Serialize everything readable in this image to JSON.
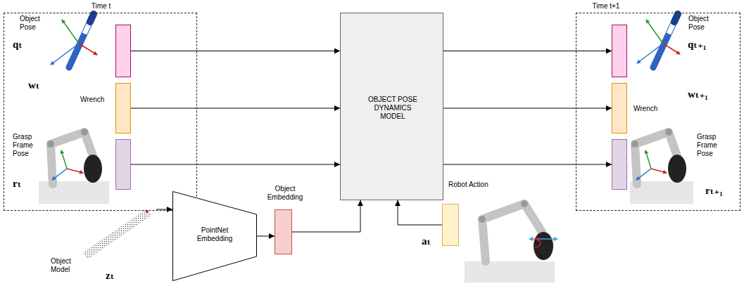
{
  "diagram": {
    "nodes": [
      {
        "text": [
          "Time t"
        ]
      },
      {
        "text": [
          "Object Pose",
          "qₜ"
        ],
        "in": 0
      },
      {
        "text": [
          "Wrench",
          "wₜ"
        ],
        "in": 0
      },
      {
        "text": [
          "Grasp Frame Pose",
          "rₜ"
        ],
        "in": 0
      },
      {
        "text": [
          "Object Model",
          "zₜ"
        ]
      },
      {
        "text": [
          "PointNet Embedding"
        ]
      },
      {
        "text": [
          "Object Embedding"
        ]
      },
      {
        "text": [
          "OBJECT POSE DYNAMICS MODEL"
        ]
      },
      {
        "text": [
          "Robot Action",
          "aₜ"
        ]
      },
      {
        "text": [
          "Time t+1"
        ]
      },
      {
        "text": [
          "Object Pose",
          "qₜ₊₁"
        ],
        "in": 9
      },
      {
        "text": [
          "Wrench",
          "wₜ₊₁"
        ],
        "in": 9
      },
      {
        "text": [
          "Grasp Frame Pose",
          "rₜ₊₁"
        ],
        "in": 9
      }
    ],
    "edges": [
      {
        "from": 1,
        "to": 7,
        "arrow": "to"
      },
      {
        "from": 2,
        "to": 7,
        "arrow": "to"
      },
      {
        "from": 3,
        "to": 7,
        "arrow": "to"
      },
      {
        "from": 4,
        "to": 5,
        "arrow": "to"
      },
      {
        "from": 5,
        "to": 6,
        "arrow": "to"
      },
      {
        "from": 6,
        "to": 7,
        "arrow": "to"
      },
      {
        "from": 8,
        "to": 7,
        "arrow": "to"
      },
      {
        "from": 7,
        "to": 10,
        "arrow": "to"
      },
      {
        "from": 7,
        "to": 11,
        "arrow": "to"
      },
      {
        "from": 7,
        "to": 12,
        "arrow": "to"
      }
    ]
  }
}
